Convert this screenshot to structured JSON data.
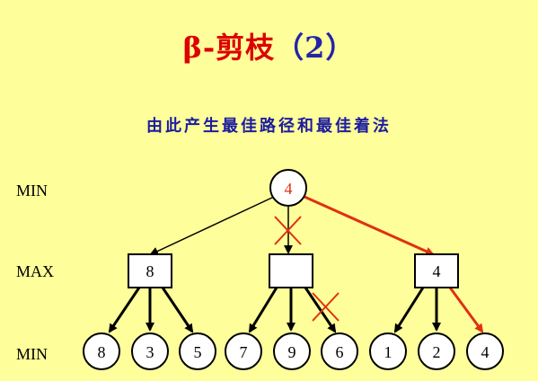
{
  "slide": {
    "title_part1": "β-剪枝",
    "title_part2": "（2）",
    "subtitle": "由此产生最佳路径和最佳着法"
  },
  "levels": {
    "top": "MIN",
    "middle": "MAX",
    "bottom": "MIN"
  },
  "tree": {
    "root": "4",
    "middle": [
      "8",
      "",
      "4"
    ],
    "leaves": [
      "8",
      "3",
      "5",
      "7",
      "9",
      "6",
      "1",
      "2",
      "4"
    ]
  },
  "colors": {
    "background": "#fefe9a",
    "highlight": "#e03010",
    "title": "#dd0000",
    "subtitle": "#1c1ca0"
  }
}
